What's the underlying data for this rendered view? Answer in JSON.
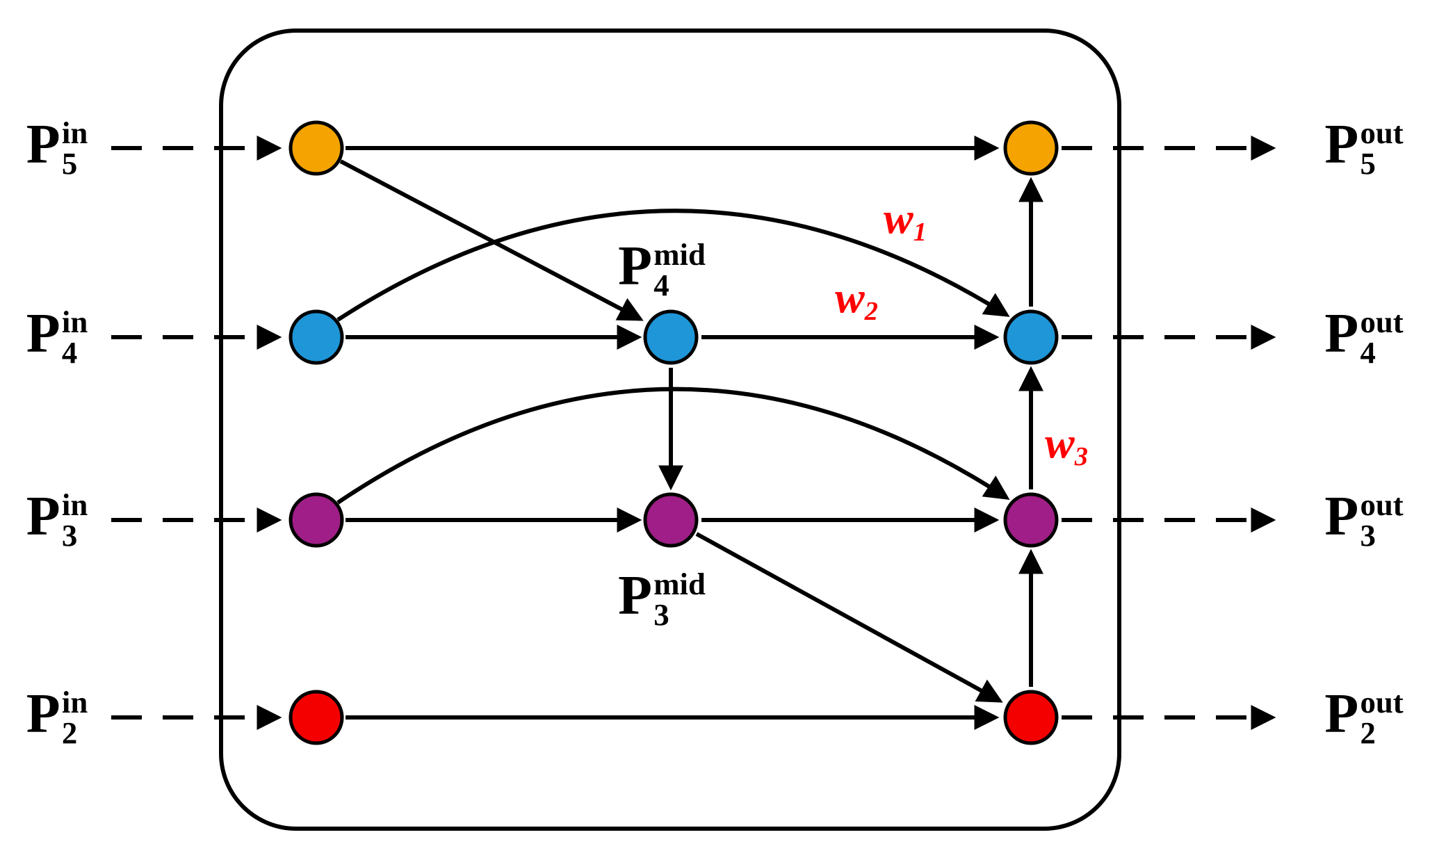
{
  "figure": {
    "type": "feature-pyramid-network-block-diagram",
    "colors": {
      "p5": "#F4A300",
      "p4": "#1E96D7",
      "p3": "#A01E87",
      "p2": "#F40000",
      "edge": "#000000",
      "weight_label": "#FF0000",
      "background": "#FFFFFF"
    },
    "nodes": {
      "p5in": {
        "base": "P",
        "sub": "5",
        "sup": "in"
      },
      "p4in": {
        "base": "P",
        "sub": "4",
        "sup": "in"
      },
      "p3in": {
        "base": "P",
        "sub": "3",
        "sup": "in"
      },
      "p2in": {
        "base": "P",
        "sub": "2",
        "sup": "in"
      },
      "p4mid": {
        "base": "P",
        "sub": "4",
        "sup": "mid"
      },
      "p3mid": {
        "base": "P",
        "sub": "3",
        "sup": "mid"
      },
      "p5out": {
        "base": "P",
        "sub": "5",
        "sup": "out"
      },
      "p4out": {
        "base": "P",
        "sub": "4",
        "sup": "out"
      },
      "p3out": {
        "base": "P",
        "sub": "3",
        "sup": "out"
      },
      "p2out": {
        "base": "P",
        "sub": "2",
        "sup": "out"
      }
    },
    "weights": {
      "w1": {
        "base": "w",
        "sub": "1"
      },
      "w2": {
        "base": "w",
        "sub": "2"
      },
      "w3": {
        "base": "w",
        "sub": "3"
      }
    },
    "connections": [
      "P5in -> P5out",
      "P5in -> P4mid",
      "P4in -> P4mid",
      "P4in -> P4out (skip, w1)",
      "P4mid -> P4out (w2)",
      "P4mid -> P3mid",
      "P3in -> P3mid",
      "P3in -> P3out (skip)",
      "P3mid -> P3out",
      "P3mid -> P2out",
      "P2in -> P2out",
      "P2out -> P3out (w3)",
      "P3out -> P4out",
      "P4out -> P5out"
    ]
  }
}
